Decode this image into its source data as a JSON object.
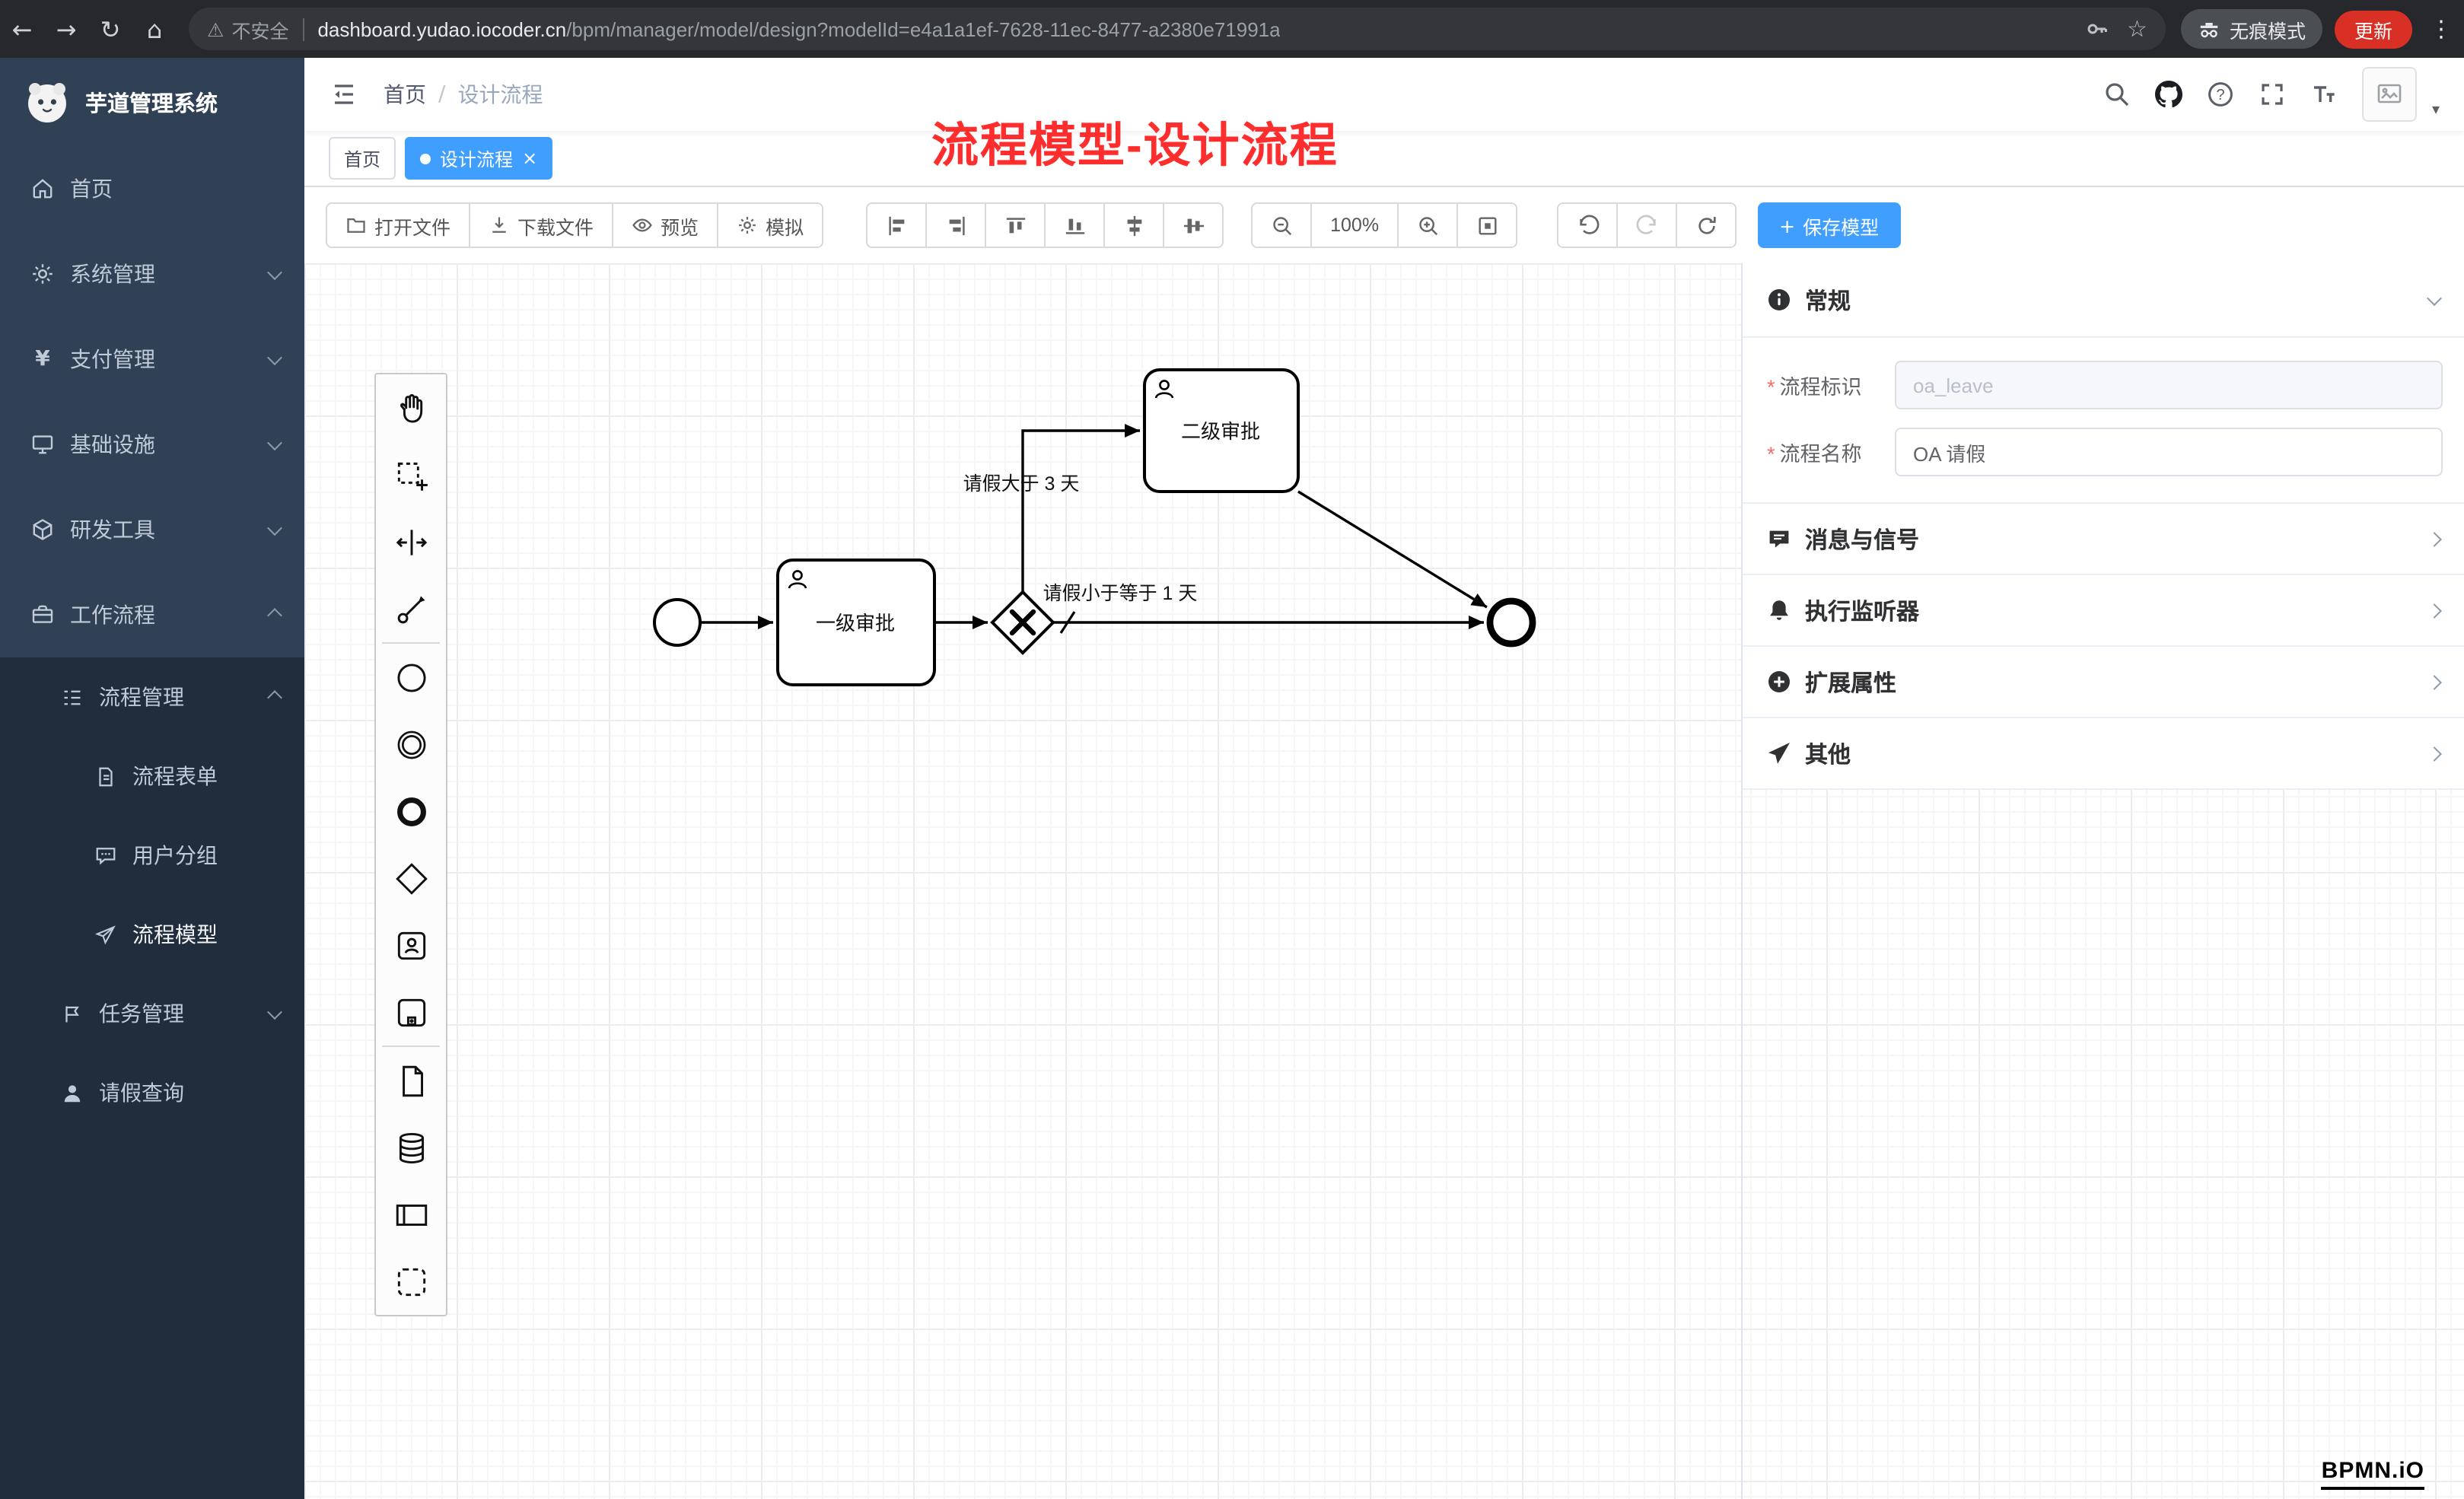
{
  "glyphs": {
    "back": "←",
    "forward": "→",
    "reload": "↻",
    "home": "⌂",
    "warning": "⚠",
    "star": "☆",
    "dots": "⋮",
    "caret": "▾",
    "slash": "/",
    "close": "×",
    "plus": "+",
    "yen": "¥",
    "question": "?"
  },
  "browser": {
    "security": "不安全",
    "url_domain": "dashboard.yudao.iocoder.cn",
    "url_path": "/bpm/manager/model/design?modelId=e4a1a1ef-7628-11ec-8477-a2380e71991a",
    "incognito": "无痕模式",
    "update": "更新"
  },
  "sidebar": {
    "title": "芋道管理系统",
    "items": [
      {
        "label": "首页"
      },
      {
        "label": "系统管理"
      },
      {
        "label": "支付管理"
      },
      {
        "label": "基础设施"
      },
      {
        "label": "研发工具"
      },
      {
        "label": "工作流程"
      }
    ],
    "sub": {
      "process_mgmt": "流程管理",
      "process_form": "流程表单",
      "user_group": "用户分组",
      "process_model": "流程模型",
      "task_mgmt": "任务管理",
      "leave_query": "请假查询"
    }
  },
  "header": {
    "breadcrumb_home": "首页",
    "breadcrumb_current": "设计流程",
    "annotation": "流程模型-设计流程"
  },
  "tabs": {
    "home": "首页",
    "design": "设计流程"
  },
  "toolbar": {
    "open_file": "打开文件",
    "download_file": "下载文件",
    "preview": "预览",
    "simulate": "模拟",
    "zoom_level": "100%",
    "save_model": "保存模型",
    "align_icons": [
      "align-left-icon",
      "align-right-icon",
      "align-top-icon",
      "align-bottom-icon",
      "align-center-h-icon",
      "align-center-v-icon"
    ],
    "history_icons": [
      "undo-icon",
      "redo-icon",
      "restart-icon"
    ]
  },
  "palette": {
    "tools": [
      "hand-tool",
      "lasso-tool",
      "space-tool",
      "global-connect-tool",
      "start-event",
      "intermediate-event",
      "end-event",
      "gateway",
      "user-task",
      "subprocess",
      "data-object",
      "data-store",
      "participant",
      "group"
    ]
  },
  "diagram": {
    "task1": "一级审批",
    "task2": "二级审批",
    "flow_condition_upper": "请假大于 3 天",
    "flow_condition_lower": "请假小于等于 1 天"
  },
  "panel": {
    "general_title": "常规",
    "required_mark": "*",
    "field_key_label": "流程标识",
    "field_key_value": "oa_leave",
    "field_name_label": "流程名称",
    "field_name_value": "OA 请假",
    "sections": [
      {
        "label": "消息与信号"
      },
      {
        "label": "执行监听器"
      },
      {
        "label": "扩展属性"
      },
      {
        "label": "其他"
      }
    ]
  },
  "watermark": "BPMN.iO"
}
